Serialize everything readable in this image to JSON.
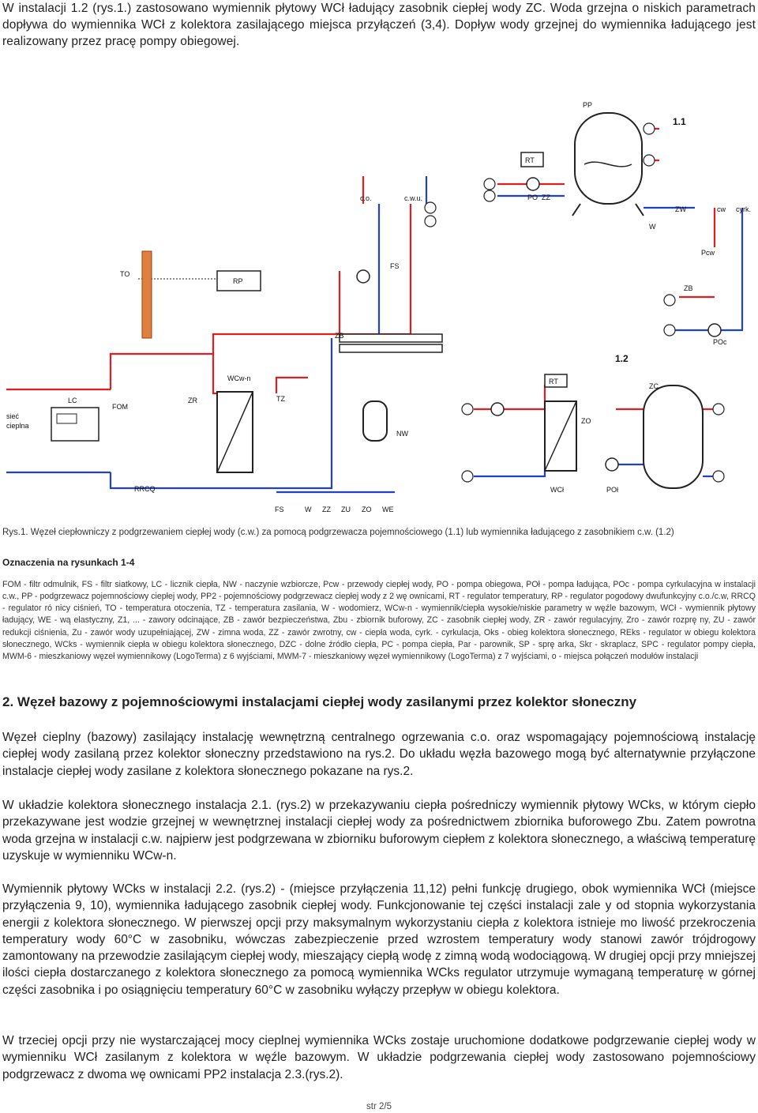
{
  "intro": "W instalacji 1.2 (rys.1.) zastosowano wymiennik płytowy WCł ładujący zasobnik ciepłej wody ZC. Woda grzejna o niskich parametrach dopływa do wymiennika WCł z kolektora zasilającego miejsca przyłączeń (3,4). Dopływ wody grzejnej do wymiennika ładującego jest realizowany przez pracę pompy obiegowej.",
  "diagram": {
    "labels": {
      "pp": "PP",
      "inst_11": "1.1",
      "inst_12": "1.2",
      "rt_top": "RT",
      "rt_bottom": "RT",
      "po": "PO",
      "zz": "ZZ",
      "zw": "ZW",
      "w": "W",
      "cw": "cw",
      "cyrk": "cyrk.",
      "pcw": "Pcw",
      "zb": "ZB",
      "poc": "POc",
      "co": "c.o.",
      "cwu": "c.w.u.",
      "to": "TO",
      "rp": "RP",
      "fs": "FS",
      "zb2": "ZB",
      "lc": "LC",
      "fom": "FOM",
      "zr": "ZR",
      "tz": "TZ",
      "wcwn": "WCw-n",
      "nw": "NW",
      "siec_1": "sieć",
      "siec_2": "cieplna",
      "rrcq": "RRCQ",
      "zc": "ZC",
      "zo": "ZO",
      "wcl": "WCł",
      "pol": "POł",
      "bottom_fs": "FS",
      "bottom_w": "W",
      "bottom_zz": "ZZ",
      "bottom_zu": "ZU",
      "bottom_zo": "ZO",
      "bottom_we": "WE"
    },
    "colors": {
      "supply": "#e02020",
      "return": "#2040d0",
      "pipe": "#222222",
      "tank": "#ffffff"
    }
  },
  "caption": "Rys.1. Węzeł ciepłowniczy z podgrzewaniem ciepłej wody (c.w.) za pomocą podgrzewacza pojemnościowego (1.1) lub wymiennika ładującego z zasobnikiem c.w. (1.2)",
  "legend_title": "Oznaczenia na rysunkach 1-4",
  "legend": "FOM - filtr odmulnik, FS - filtr siatkowy, LC - licznik ciepła, NW - naczynie wzbiorcze, Pcw - przewody ciepłej wody, PO - pompa obiegowa, POł - pompa ładująca, POc - pompa cyrkulacyjna w instalacji c.w., PP - podgrzewacz pojemnościowy ciepłej wody, PP2 - pojemnościowy podgrzewacz ciepłej wody z 2 wę ownicami, RT - regulator temperatury, RP - regulator pogodowy dwufunkcyjny c.o./c.w, RRCQ - regulator ró nicy ciśnień, TO - temperatura otoczenia, TZ - temperatura zasilania, W - wodomierz, WCw-n - wymiennik/ciepła wysokie/niskie parametry w węźle bazowym, WCł - wymiennik płytowy ładujący, WE - wą elastyczny, Z1, ... - zawory odcinające, ZB - zawór bezpieczeństwa, Zbu - zbiornik buforowy, ZC - zasobnik ciepłej wody, ZR - zawór regulacyjny, Zro - zawór rozprę ny, ZU - zawór redukcji ciśnienia, Zu - zawór wody uzupełniającej, ZW - zimna woda, ZZ - zawór zwrotny, cw - ciepła woda, cyrk. - cyrkulacja, Oks - obieg kolektora słonecznego, REks - regulator w obiegu kolektora słonecznego, WCks - wymiennik ciepła w obiegu kolektora słonecznego, DZC - dolne źródło ciepła, PC - pompa ciepła, Par - parownik, SP - sprę arka, Skr - skraplacz, SPC - regulator pompy ciepła, MWM-6 - mieszkaniowy węzeł wymiennikowy (LogoTerma) z 6 wyjściami, MWM-7 - mieszkaniowy węzeł wymiennikowy (LogoTerma) z 7 wyjściami, o - miejsca połączeń modułów instalacji",
  "heading": "2. Węzeł bazowy z pojemnościowymi instalacjami ciepłej wody zasilanymi przez kolektor słoneczny",
  "paragraphs": [
    "Węzeł cieplny (bazowy) zasilający instalację wewnętrzną centralnego ogrzewania c.o. oraz wspomagający pojemnościową instalację ciepłej wody zasilaną przez kolektor słoneczny przedstawiono na rys.2. Do układu węzła bazowego mogą być alternatywnie przyłączone instalacje ciepłej wody zasilane z kolektora słonecznego pokazane na rys.2.",
    "W układzie kolektora słonecznego instalacja 2.1. (rys.2) w przekazywaniu ciepła pośredniczy wymiennik płytowy WCks, w którym ciepło przekazywane jest wodzie grzejnej w wewnętrznej instalacji ciepłej wody za pośrednictwem zbiornika buforowego Zbu. Zatem powrotna woda grzejna w instalacji c.w. najpierw jest podgrzewana w zbiorniku buforowym ciepłem z kolektora słonecznego, a właściwą temperaturę uzyskuje w wymienniku WCw-n.",
    "Wymiennik płytowy WCks w instalacji 2.2. (rys.2) - (miejsce przyłączenia 11,12) pełni funkcję drugiego, obok wymiennika WCł (miejsce przyłączenia 9, 10), wymiennika ładującego zasobnik ciepłej wody. Funkcjonowanie tej części instalacji zale y od stopnia wykorzystania energii z kolektora słonecznego. W pierwszej opcji przy maksymalnym wykorzystaniu ciepła z kolektora istnieje mo liwość przekroczenia temperatury wody 60°C w zasobniku, wówczas zabezpieczenie przed wzrostem temperatury wody stanowi zawór trójdrogowy zamontowany na przewodzie zasilającym ciepłej wody, mieszający ciepłą wodę z zimną wodą wodociągową. W drugiej opcji przy mniejszej ilości ciepła dostarczanego z kolektora słonecznego za pomocą wymiennika WCks regulator utrzymuje wymaganą temperaturę w górnej części zasobnika i po osiągnięciu temperatury 60°C w zasobniku wyłączy przepływ w obiegu kolektora.",
    "W trzeciej opcji przy nie wystarczającej mocy cieplnej wymiennika WCks zostaje uruchomione dodatkowe podgrzewanie ciepłej wody w wymienniku WCł zasilanym z kolektora w węźle bazowym. W układzie podgrzewania ciepłej wody zastosowano pojemnościowy podgrzewacz z dwoma wę ownicami PP2 instalacja 2.3.(rys.2)."
  ],
  "footer": "str 2/5"
}
